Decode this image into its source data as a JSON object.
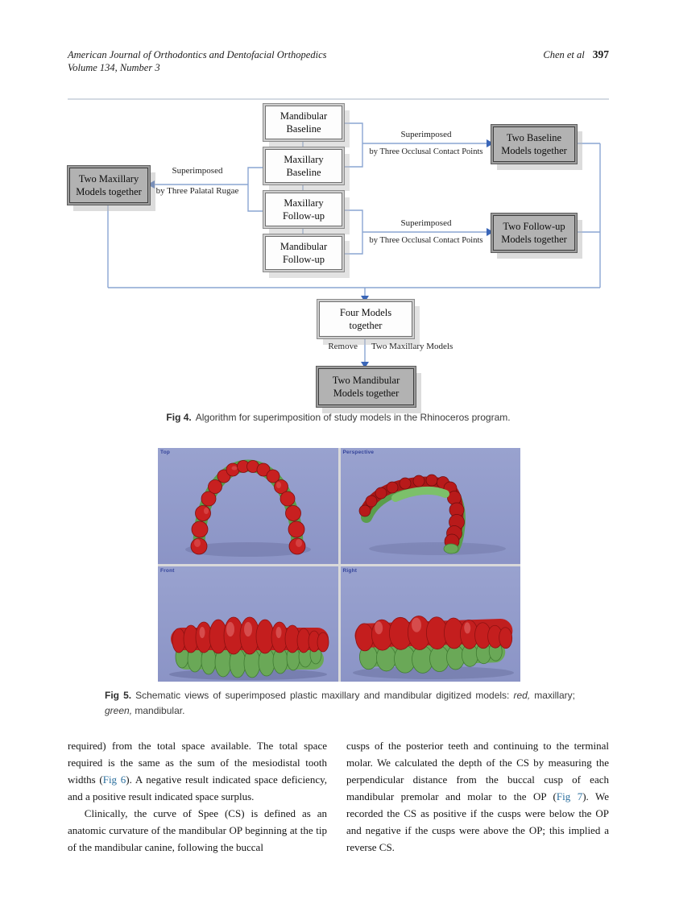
{
  "header": {
    "journal": "American Journal of Orthodontics and Dentofacial Orthopedics",
    "volume": "Volume 134, Number 3",
    "authors": "Chen et al",
    "page_number": "397"
  },
  "fig4": {
    "boxes": {
      "mandibular_baseline": "Mandibular\nBaseline",
      "maxillary_baseline": "Maxillary\nBaseline",
      "maxillary_followup": "Maxillary\nFollow-up",
      "mandibular_followup": "Mandibular\nFollow-up",
      "two_maxillary": "Two Maxillary\nModels together",
      "two_baseline": "Two Baseline\nModels together",
      "two_followup": "Two Follow-up\nModels together",
      "four_models": "Four Models\ntogether",
      "two_mandibular": "Two Mandibular\nModels together"
    },
    "labels": {
      "superimposed": "Superimposed",
      "by_palatal_rugae": "by Three Palatal Rugae",
      "by_occlusal_points": "by Three Occlusal Contact Points",
      "remove": "Remove",
      "two_maxillary_models": "Two Maxillary Models"
    },
    "caption": {
      "label": "Fig 4.",
      "text": "Algorithm for superimposition of study models in the Rhinoceros program."
    },
    "colors": {
      "connector": "#8aa5d2",
      "arrow": "#3a66b8",
      "gray_box_fill": "#b2b2b2"
    }
  },
  "fig5": {
    "viewport_labels": {
      "top_left": "Top",
      "top_right": "Perspective",
      "bottom_left": "Front",
      "bottom_right": "Right"
    },
    "colors": {
      "viewport_background": "#8f98c9",
      "maxillary_red": "#c41e1e",
      "mandibular_green": "#6aa857"
    },
    "caption": {
      "label": "Fig 5.",
      "t1": "Schematic views of superimposed plastic maxillary and mandibular digitized models: ",
      "red_word": "red,",
      "t2": " maxillary; ",
      "green_word": "green,",
      "t3": " mandibular."
    }
  },
  "body": {
    "left": {
      "p1_pre": "required) from the total space available. The total space required is the same as the sum of the mesiodistal tooth widths (",
      "p1_link": "Fig 6",
      "p1_post": "). A negative result indicated space deficiency, and a positive result indicated space surplus.",
      "p2": "Clinically, the curve of Spee (CS) is defined as an anatomic curvature of the mandibular OP beginning at the tip of the mandibular canine, following the buccal"
    },
    "right": {
      "p1_pre": "cusps of the posterior teeth and continuing to the terminal molar. We calculated the depth of the CS by measuring the perpendicular distance from the buccal cusp of each mandibular premolar and molar to the OP (",
      "p1_link": "Fig 7",
      "p1_post": "). We recorded the CS as positive if the cusps were below the OP and negative if the cusps were above the OP; this implied a reverse CS."
    }
  }
}
